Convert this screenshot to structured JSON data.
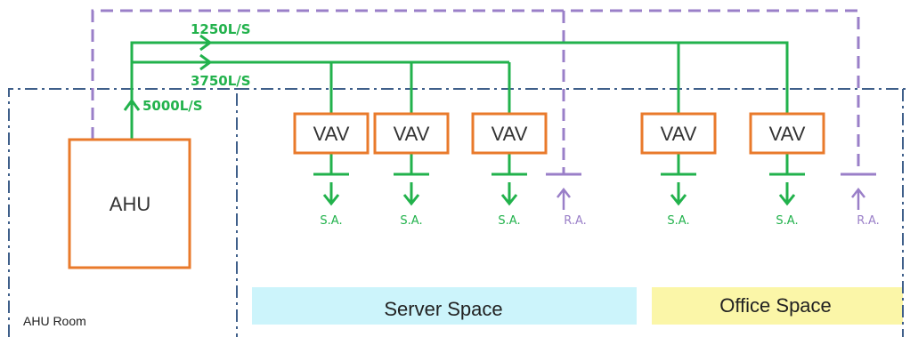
{
  "ahu": {
    "label": "AHU"
  },
  "ahu_room": {
    "label": "AHU Room"
  },
  "flows": {
    "main": "5000L/S",
    "upper": "1250L/S",
    "lower": "3750L/S"
  },
  "vav_units": [
    {
      "label": "VAV",
      "supply": "S.A."
    },
    {
      "label": "VAV",
      "supply": "S.A."
    },
    {
      "label": "VAV",
      "supply": "S.A."
    },
    {
      "label": "VAV",
      "supply": "S.A."
    },
    {
      "label": "VAV",
      "supply": "S.A."
    }
  ],
  "returns": [
    {
      "label": "R.A."
    },
    {
      "label": "R.A."
    }
  ],
  "spaces": {
    "server": {
      "label": "Server Space",
      "color": "#ccf4fb"
    },
    "office": {
      "label": "Office Space",
      "color": "#fbf6a8"
    }
  },
  "colors": {
    "supply": "#22b24c",
    "return": "#9a7fc8",
    "unit_border": "#e97a2b",
    "zone_border": "#3f5f8a"
  }
}
